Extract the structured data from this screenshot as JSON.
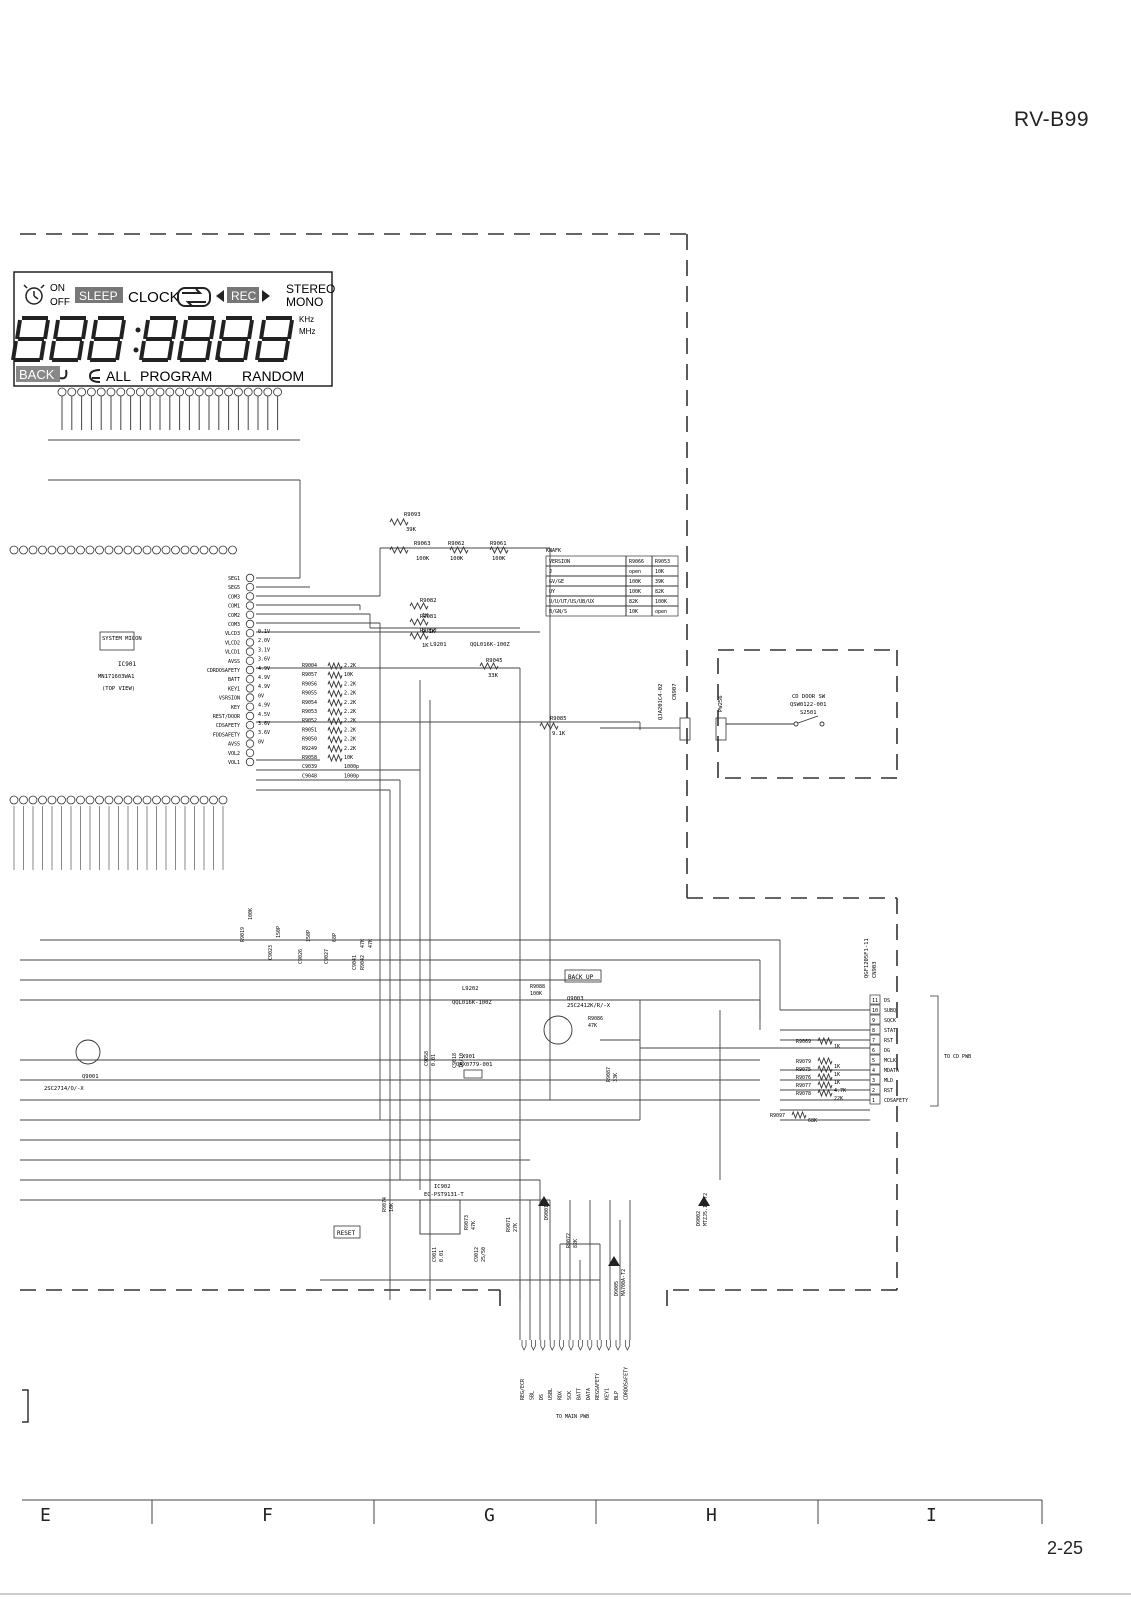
{
  "header": {
    "model": "RV-B99"
  },
  "footer": {
    "page_number": "2-25"
  },
  "grid_columns": [
    "E",
    "F",
    "G",
    "H",
    "I"
  ],
  "display": {
    "on": "ON",
    "off": "OFF",
    "sleep": "SLEEP",
    "clock": "CLOCK",
    "rec": "REC",
    "stereo": "STEREO",
    "mono": "MONO",
    "khz": "KHz",
    "mhz": "MHz",
    "back": "BACK",
    "all": "ALL",
    "program": "PROGRAM",
    "random": "RANDOM"
  },
  "ic_labels": {
    "system_micon": "SYSTEM MICON",
    "ic901": "IC901",
    "ic901_part": "MN171603WA1",
    "top_view": "(TOP VIEW)",
    "backup": "BACK UP",
    "reset": "RESET",
    "ic902": "IC902",
    "ic902_part": "EC-PST9131-T",
    "x901": "X901",
    "x901_part": "QAX0779-001",
    "q901": "Q9001",
    "q901_part": "2SC2714/O/-X",
    "q903": "Q9003",
    "q903_part": "2SC2412K/R/-X",
    "l201": "L9201",
    "l201_part": "QQL016K-100Z",
    "l202": "L9202",
    "l202_part": "QQL016K-100Z"
  },
  "pin_labels_right": [
    "SEG1",
    "SEG5",
    "COM3",
    "COM1",
    "COM2",
    "COM3",
    "VLCD3",
    "VLCD2",
    "VLCD1",
    "AVSS",
    "CDRDOSAFETY",
    "BATT",
    "KEY1",
    "VSRSION",
    "KEY",
    "REST/DOOR",
    "CDSAFETY",
    "FDDSAFETY",
    "AVSS",
    "VOL2",
    "VOL1"
  ],
  "voltages": [
    "0.1V",
    "2.0V",
    "3.1V",
    "3.6V",
    "4.9V",
    "4.9V",
    "4.9V",
    "0V",
    "4.9V",
    "4.5V",
    "3.6V",
    "3.6V",
    "0V"
  ],
  "resistors_mid": [
    "R9004",
    "R9057",
    "R9056",
    "R9055",
    "R9054",
    "R9053",
    "R9052",
    "R9051",
    "R9050",
    "R9249",
    "R9058",
    "C9039",
    "C9048"
  ],
  "resistor_values_mid": [
    "2.2K",
    "10K",
    "2.2K",
    "2.2K",
    "2.2K",
    "2.2K",
    "2.2K",
    "2.2K",
    "2.2K",
    "2.2K",
    "10K",
    "1000p",
    "1000p"
  ],
  "top_resistors": [
    {
      "ref": "R9093",
      "value": "39K"
    },
    {
      "ref": "R9063",
      "value": "100K"
    },
    {
      "ref": "R9062",
      "value": "100K"
    },
    {
      "ref": "R9061",
      "value": "100K"
    },
    {
      "ref": "R9082",
      "value": "1K"
    },
    {
      "ref": "R9081",
      "value": "9.1K"
    },
    {
      "ref": "R9050",
      "value": "1K"
    },
    {
      "ref": "R9045",
      "value": "33K"
    },
    {
      "ref": "R9085",
      "value": "9.1K"
    }
  ],
  "version_table": {
    "title": "KNAFK",
    "headers": [
      "VERSION",
      "R9066",
      "R9053"
    ],
    "rows": [
      [
        "J",
        "open",
        "10K"
      ],
      [
        "GV/GE",
        "100K",
        "39K"
      ],
      [
        "UY",
        "100K",
        "82K"
      ],
      [
        "U/U/UT/US/UB/UX",
        "82K",
        "100K"
      ],
      [
        "B/GN/S",
        "10K",
        "open"
      ]
    ]
  },
  "cd_door": {
    "connector": "CN907",
    "connector_part": "QJA201C4-02",
    "plug": "PW256",
    "switch": "CD DOOR SW",
    "switch_part": "QSW0122-001",
    "switch_ref": "S2501"
  },
  "cd_connector": {
    "ref": "CN903",
    "part": "QGF1205F1-11",
    "pins": [
      {
        "num": "11",
        "name": "DS"
      },
      {
        "num": "10",
        "name": "SUBQ"
      },
      {
        "num": "9",
        "name": "SQCK"
      },
      {
        "num": "8",
        "name": "STAT"
      },
      {
        "num": "7",
        "name": "RST"
      },
      {
        "num": "6",
        "name": "DG"
      },
      {
        "num": "5",
        "name": "MCLK"
      },
      {
        "num": "4",
        "name": "MDATA"
      },
      {
        "num": "3",
        "name": "MLD"
      },
      {
        "num": "2",
        "name": "RST"
      },
      {
        "num": "1",
        "name": "CDSAFETY"
      }
    ],
    "resistors": [
      {
        "ref": "R9069",
        "value": "1K"
      },
      {
        "ref": "R9079",
        "value": "1K"
      },
      {
        "ref": "R9075",
        "value": "1K"
      },
      {
        "ref": "R9076",
        "value": "1K"
      },
      {
        "ref": "R9077",
        "value": "4.7K"
      },
      {
        "ref": "R9078",
        "value": "22K"
      },
      {
        "ref": "R9097",
        "value": "68K"
      }
    ],
    "to": "TO CD PWB"
  },
  "bottom_bus": {
    "labels": [
      "REG/ECR",
      "SBL",
      "DS",
      "USBL",
      "RDX",
      "SCK",
      "BATT",
      "DATA",
      "REGSAFETY",
      "KEY1",
      "BLP",
      "CDRDOSAFETY"
    ],
    "to": "TO MAIN PWB"
  },
  "misc_parts": [
    {
      "ref": "R9088",
      "value": "100K"
    },
    {
      "ref": "R9086",
      "value": "47K"
    },
    {
      "ref": "R9087",
      "value": "33K"
    },
    {
      "ref": "R9074",
      "value": "10K"
    },
    {
      "ref": "R9073",
      "value": "47K"
    },
    {
      "ref": "R9071",
      "value": "27K"
    },
    {
      "ref": "R9072",
      "value": "82K"
    },
    {
      "ref": "D9001",
      "value": ""
    },
    {
      "ref": "D9002",
      "value": "MTZJ5.1C-T2"
    },
    {
      "ref": "D9005",
      "value": "MA700A-T2"
    },
    {
      "ref": "C9011",
      "value": "0.01"
    },
    {
      "ref": "C9012",
      "value": "25/50"
    },
    {
      "ref": "C9018",
      "value": "10/10"
    },
    {
      "ref": "C9058",
      "value": "0.01"
    }
  ],
  "lower_caps": [
    {
      "ref": "R9019",
      "value": "100K"
    },
    {
      "ref": "C9023",
      "value": "150P"
    },
    {
      "ref": "C9026",
      "value": "150P"
    },
    {
      "ref": "C9027",
      "value": "68P"
    },
    {
      "ref": "C9041",
      "value": "47K"
    },
    {
      "ref": "R9042",
      "value": "47K"
    }
  ]
}
